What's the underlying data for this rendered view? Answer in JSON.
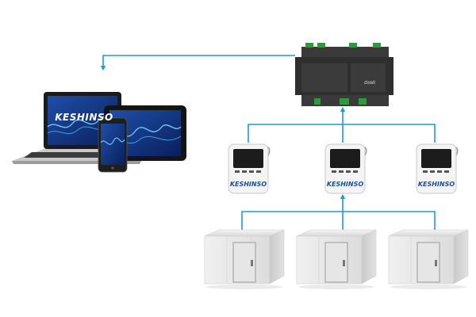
{
  "brand": {
    "name": "KESHINSO"
  },
  "diagram": {
    "devices": [
      "laptop",
      "tablet",
      "smartphone"
    ],
    "gateway": {
      "label": "dixell"
    },
    "controller_count": 3,
    "cold_room_count": 3,
    "arrow_color": "#1e9ad6",
    "brand_color": "#1a4f9e"
  }
}
